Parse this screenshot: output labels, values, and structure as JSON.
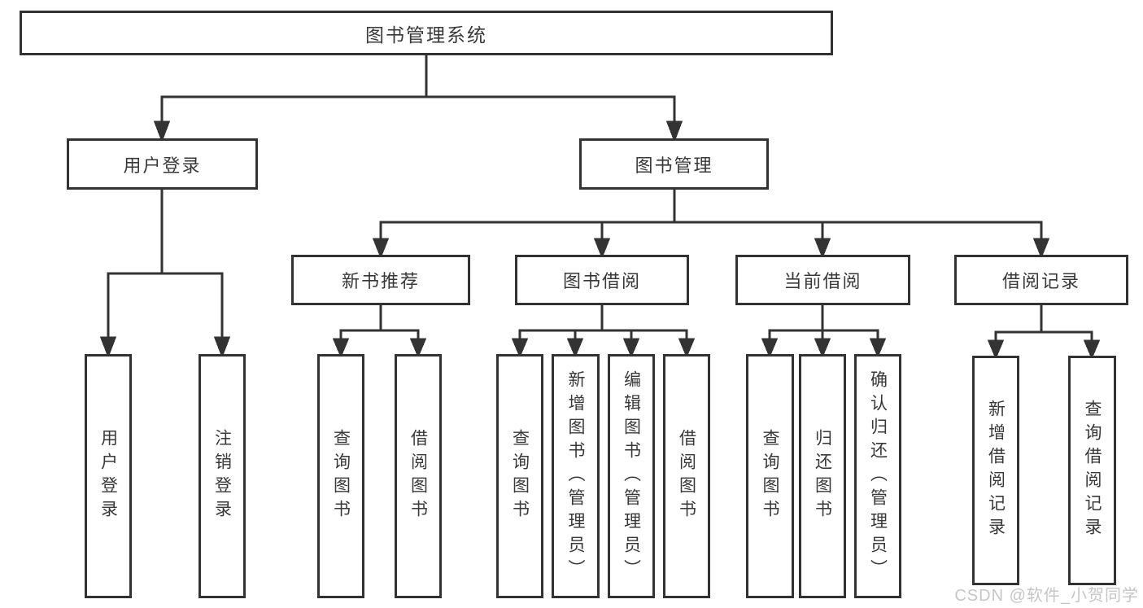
{
  "colors": {
    "line": "#333333",
    "box_border": "#333333",
    "box_background": "#ffffff",
    "text": "#383838",
    "watermark": "#c6c6c6"
  },
  "watermark": {
    "text": "CSDN @软件_小贺同学"
  },
  "tree": {
    "root": {
      "label": "图书管理系统"
    },
    "branches": [
      {
        "label": "用户登录",
        "children": [
          {
            "label": "用户登录"
          },
          {
            "label": "注销登录"
          }
        ]
      },
      {
        "label": "图书管理",
        "children": [
          {
            "label": "新书推荐",
            "children": [
              {
                "label": "查询图书"
              },
              {
                "label": "借阅图书"
              }
            ]
          },
          {
            "label": "图书借阅",
            "children": [
              {
                "label": "查询图书"
              },
              {
                "label": "新增图书（管理员）"
              },
              {
                "label": "编辑图书（管理员）"
              },
              {
                "label": "借阅图书"
              }
            ]
          },
          {
            "label": "当前借阅",
            "children": [
              {
                "label": "查询图书"
              },
              {
                "label": "归还图书"
              },
              {
                "label": "确认归还（管理员）"
              }
            ]
          },
          {
            "label": "借阅记录",
            "children": [
              {
                "label": "新增借阅记录"
              },
              {
                "label": "查询借阅记录"
              }
            ]
          }
        ]
      }
    ]
  }
}
